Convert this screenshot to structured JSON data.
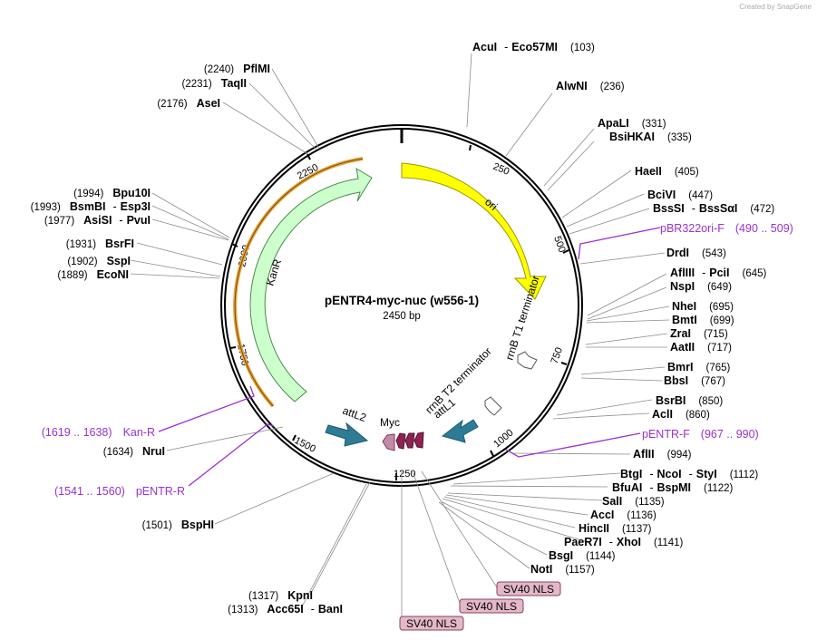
{
  "credit": {
    "prefix": "Created by",
    "brand": "SnapGene"
  },
  "plasmid": {
    "name": "pENTR4-myc-nuc (w556-1)",
    "size_label": "2450 bp"
  },
  "ticks": [
    "250",
    "500",
    "750",
    "1000",
    "1250",
    "1500",
    "1750",
    "2000",
    "2250"
  ],
  "features": {
    "ori": "ori",
    "kanr": "KanR",
    "rrnb_t1": "rrnB T1 terminator",
    "rrnb_t2": "rrnB T2 terminator",
    "attl1": "attL1",
    "attl2": "attL2",
    "myc": "Myc"
  },
  "sites": {
    "acui": {
      "pos": "(103)",
      "a": "AcuI",
      "sep": "-",
      "b": "Eco57MI"
    },
    "alwni": {
      "pos": "(236)",
      "a": "AlwNI"
    },
    "apali": {
      "pos": "(331)",
      "a": "ApaLI"
    },
    "bsihkai": {
      "pos": "(335)",
      "a": "BsiHKAI"
    },
    "haeii": {
      "pos": "(405)",
      "a": "HaeII"
    },
    "bcivi": {
      "pos": "(447)",
      "a": "BciVI"
    },
    "bsssi": {
      "pos": "(472)",
      "a": "BssSI",
      "sep": "-",
      "b": "BssSαI"
    },
    "drdi": {
      "pos": "(543)",
      "a": "DrdI"
    },
    "afliii": {
      "pos": "(645)",
      "a": "AflIII",
      "sep": "-",
      "b": "PciI"
    },
    "nspi": {
      "pos": "(649)",
      "a": "NspI"
    },
    "nhei": {
      "pos": "(695)",
      "a": "NheI"
    },
    "bmti": {
      "pos": "(699)",
      "a": "BmtI"
    },
    "zrai": {
      "pos": "(715)",
      "a": "ZraI"
    },
    "aatii": {
      "pos": "(717)",
      "a": "AatII"
    },
    "bmri": {
      "pos": "(765)",
      "a": "BmrI"
    },
    "bbsi": {
      "pos": "(767)",
      "a": "BbsI"
    },
    "bsrbi": {
      "pos": "(850)",
      "a": "BsrBI"
    },
    "acli": {
      "pos": "(860)",
      "a": "AclI"
    },
    "aflii": {
      "pos": "(994)",
      "a": "AflII"
    },
    "btgi": {
      "pos": "(1112)",
      "a": "BtgI",
      "sep1": "-",
      "b": "NcoI",
      "sep2": "-",
      "c": "StyI"
    },
    "bfuai": {
      "pos": "(1122)",
      "a": "BfuAI",
      "sep": "-",
      "b": "BspMI"
    },
    "sali": {
      "pos": "(1135)",
      "a": "SalI"
    },
    "acci": {
      "pos": "(1136)",
      "a": "AccI"
    },
    "hincii": {
      "pos": "(1137)",
      "a": "HincII"
    },
    "paer7i": {
      "pos": "(1141)",
      "a": "PaeR7I",
      "sep": "-",
      "b": "XhoI"
    },
    "bsgi": {
      "pos": "(1144)",
      "a": "BsgI"
    },
    "noti": {
      "pos": "(1157)",
      "a": "NotI"
    },
    "kpni": {
      "pos": "(1317)",
      "a": "KpnI"
    },
    "acc65i": {
      "pos": "(1313)",
      "a": "Acc65I",
      "sep": "-",
      "b": "BanI"
    },
    "bsphi": {
      "pos": "(1501)",
      "a": "BspHI"
    },
    "nrui": {
      "pos": "(1634)",
      "a": "NruI"
    },
    "econi": {
      "pos": "(1889)",
      "a": "EcoNI"
    },
    "sspi": {
      "pos": "(1902)",
      "a": "SspI"
    },
    "bsrfi": {
      "pos": "(1931)",
      "a": "BsrFI"
    },
    "asisi": {
      "pos": "(1977)",
      "a": "AsiSI",
      "sep": "-",
      "b": "PvuI"
    },
    "bsmbi": {
      "pos": "(1993)",
      "a": "BsmBI",
      "sep": "-",
      "b": "Esp3I"
    },
    "bpu10i": {
      "pos": "(1994)",
      "a": "Bpu10I"
    },
    "asei": {
      "pos": "(2176)",
      "a": "AseI"
    },
    "taqii": {
      "pos": "(2231)",
      "a": "TaqII"
    },
    "pflmi": {
      "pos": "(2240)",
      "a": "PflMI"
    }
  },
  "primers": {
    "pbr322ori_f": {
      "name": "pBR322ori-F",
      "range": "(490 .. 509)"
    },
    "pentr_f": {
      "name": "pENTR-F",
      "range": "(967 .. 990)"
    },
    "kan_r": {
      "name": "Kan-R",
      "range": "(1619 .. 1638)"
    },
    "pentr_r": {
      "name": "pENTR-R",
      "range": "(1541 .. 1560)"
    }
  },
  "nls_labels": [
    "SV40 NLS",
    "SV40 NLS",
    "SV40 NLS"
  ],
  "colors": {
    "ori": "#ffff00",
    "kanr": "#ccffcc",
    "kanr_primer_arc": "#e8a33a",
    "att": "#2e7b96",
    "myc": "#c48ba8",
    "nls": "#8b2452",
    "nls_box": "#e3b8c8",
    "primer": "#9b30d0"
  }
}
